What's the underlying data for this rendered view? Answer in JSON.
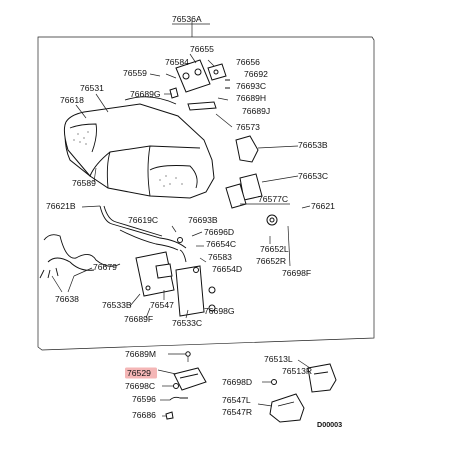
{
  "diagram": {
    "drawing_code": "D00003",
    "highlight_color": "#f4b6b6",
    "highlighted_part": "76529",
    "labels": {
      "p76536A": "76536A",
      "p76655": "76655",
      "p76584": "76584",
      "p76656": "76656",
      "p76559": "76559",
      "p76692": "76692",
      "p76693C_top": "76693C",
      "p76531": "76531",
      "p76689G": "76689G",
      "p76689H": "76689H",
      "p76618": "76618",
      "p76689J": "76689J",
      "p76573": "76573",
      "p76653B": "76653B",
      "p76653C": "76653C",
      "p76589": "76589",
      "p76577C": "76577C",
      "p76621B": "76621B",
      "p76621": "76621",
      "p76619C": "76619C",
      "p76693B": "76693B",
      "p76696D": "76696D",
      "p76654C": "76654C",
      "p76583": "76583",
      "p76652L": "76652L",
      "p76652R": "76652R",
      "p76679": "76679",
      "p76654D": "76654D",
      "p76698F": "76698F",
      "p76638": "76638",
      "p76533B": "76533B",
      "p76547": "76547",
      "p76698G": "76698G",
      "p76689F": "76689F",
      "p76533C": "76533C",
      "p76689M": "76689M",
      "p76529": "76529",
      "p76513L": "76513L",
      "p76513R": "76513R",
      "p76698C": "76698C",
      "p76596": "76596",
      "p76698D": "76698D",
      "p76547L": "76547L",
      "p76547R": "76547R",
      "p76686": "76686"
    }
  }
}
